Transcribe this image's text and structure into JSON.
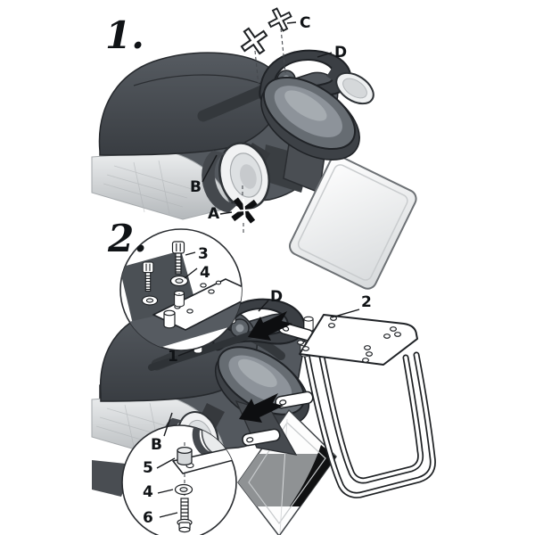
{
  "colors": {
    "outline": "#1d2023",
    "body_dark": "#3c4045",
    "body_mid": "#53585e",
    "body_light": "#c9ccce",
    "white_part": "#ffffff",
    "plate_band_gray": "#8f9294",
    "marker_black": "#0d0e10"
  },
  "icons": {
    "screw_marker": "x-cross-icon",
    "screw_marker_filled": "x-cross-filled-icon",
    "direction_arrow": "solid-left-arrow-icon",
    "detail_view": "magnifier-circle"
  },
  "step1": {
    "number": "1.",
    "labels": {
      "A": "A",
      "B": "B",
      "C": "C",
      "D": "D"
    }
  },
  "step2": {
    "number": "2.",
    "labels": {
      "part1": "1",
      "part2": "2",
      "part3": "3",
      "part4_upper": "4",
      "part4_lower": "4",
      "part5": "5",
      "part6": "6",
      "B": "B",
      "D": "D"
    }
  }
}
